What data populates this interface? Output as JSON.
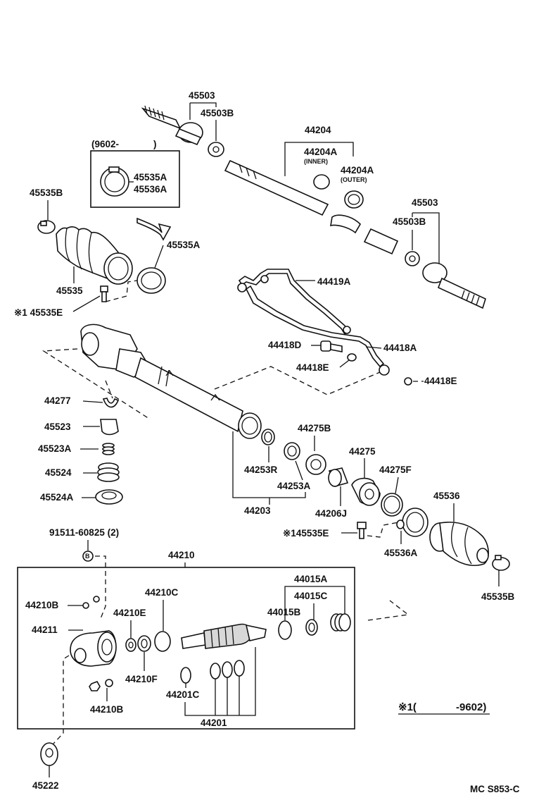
{
  "labels": {
    "p45503_top": "45503",
    "p45503B_top": "45503B",
    "p44204": "44204",
    "p44204A_inner": "44204A",
    "inner_note": "(INNER)",
    "p44204A_outer": "44204A",
    "outer_note": "(OUTER)",
    "p45503_right": "45503",
    "p45503B_right": "45503B",
    "date_range_top": "(9602-",
    "date_range_top_close": ")",
    "p45535A_box": "45535A",
    "p45536A_box": "45536A",
    "p45535B_top": "45535B",
    "p45535A": "45535A",
    "p45535": "45535",
    "p45535E_top": "※1 45535E",
    "p44419A": "44419A",
    "p44418D": "44418D",
    "p44418A": "44418A",
    "p44418E_mid": "44418E",
    "p44418E_right": "44418E",
    "p44277": "44277",
    "p45523": "45523",
    "p45523A": "45523A",
    "p45524": "45524",
    "p45524A": "45524A",
    "p44275B": "44275B",
    "p44275": "44275",
    "p44275F": "44275F",
    "p44253R": "44253R",
    "p44253A": "44253A",
    "p44203": "44203",
    "p44206J": "44206J",
    "p45536": "45536",
    "p45535E_bottom": "※145535E",
    "p45536A": "45536A",
    "p91511": "91511-60825 (2)",
    "bolt_letter": "B",
    "p44210": "44210",
    "p44015A": "44015A",
    "p44015C": "44015C",
    "p44015B": "44015B",
    "p44210C": "44210C",
    "p44210B_top": "44210B",
    "p44210E": "44210E",
    "p44211": "44211",
    "p44210F": "44210F",
    "p44201C": "44201C",
    "p44210B_bottom": "44210B",
    "p44201": "44201",
    "p45535B_bottom": "45535B",
    "p45222": "45222",
    "note_mark": "※1(",
    "note_range": "-9602)",
    "footer_code": "MC S853-C"
  }
}
